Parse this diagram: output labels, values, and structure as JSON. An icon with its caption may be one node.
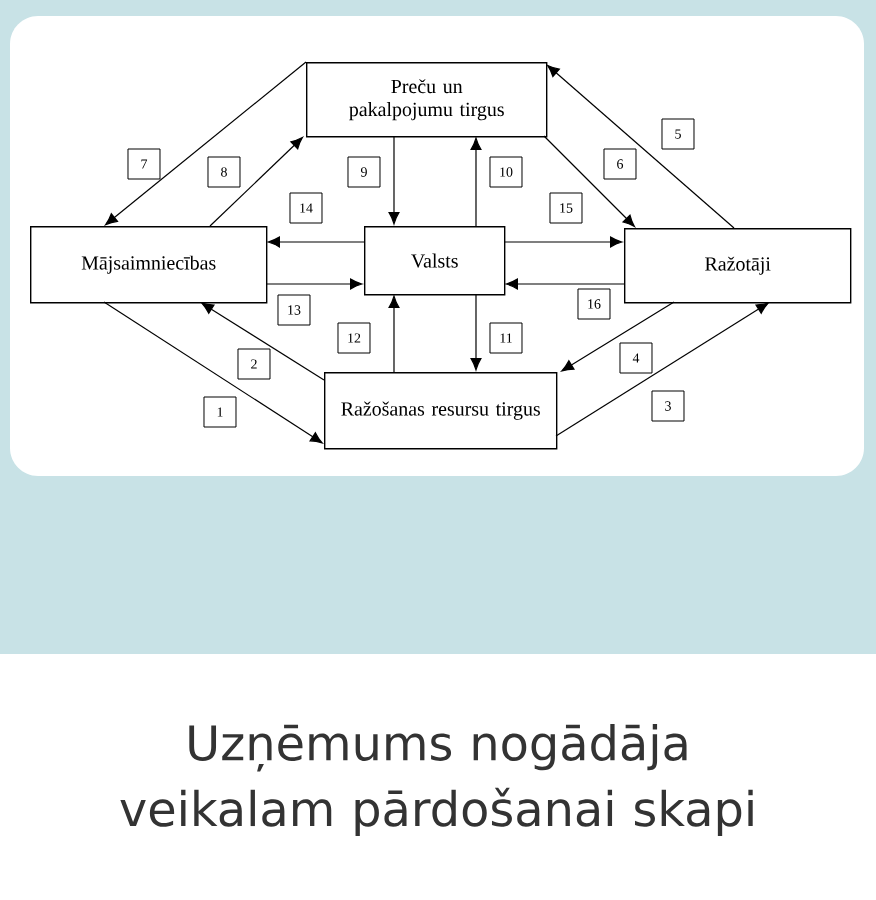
{
  "diagram": {
    "caption": "Uzņēmums nogādāja veikalam pārdošanai skapi",
    "nodes": [
      {
        "text": [
          "Preču un pakalpojumu tirgus"
        ]
      },
      {
        "text": [
          "Mājsaimniecības"
        ]
      },
      {
        "text": [
          "Valsts"
        ]
      },
      {
        "text": [
          "Ražotāji"
        ]
      },
      {
        "text": [
          "Ražošanas resursu tirgus"
        ]
      }
    ],
    "edges": [
      {
        "from": 1,
        "to": 4,
        "arrow": "to",
        "label": "1"
      },
      {
        "from": 4,
        "to": 1,
        "arrow": "to",
        "label": "2"
      },
      {
        "from": 4,
        "to": 3,
        "arrow": "to",
        "label": "3"
      },
      {
        "from": 3,
        "to": 4,
        "arrow": "to",
        "label": "4"
      },
      {
        "from": 3,
        "to": 0,
        "arrow": "to",
        "label": "5"
      },
      {
        "from": 0,
        "to": 3,
        "arrow": "to",
        "label": "6"
      },
      {
        "from": 0,
        "to": 1,
        "arrow": "to",
        "label": "7"
      },
      {
        "from": 1,
        "to": 0,
        "arrow": "to",
        "label": "8"
      },
      {
        "from": 0,
        "to": 2,
        "arrow": "to",
        "label": "9"
      },
      {
        "from": 2,
        "to": 0,
        "arrow": "to",
        "label": "10"
      },
      {
        "from": 2,
        "to": 4,
        "arrow": "to",
        "label": "11"
      },
      {
        "from": 4,
        "to": 2,
        "arrow": "to",
        "label": "12"
      },
      {
        "from": 1,
        "to": 2,
        "arrow": "to",
        "label": "13"
      },
      {
        "from": 2,
        "to": 1,
        "arrow": "to",
        "label": "14"
      },
      {
        "from": 2,
        "to": 3,
        "arrow": "to",
        "label": "15"
      },
      {
        "from": 3,
        "to": 2,
        "arrow": "to",
        "label": "16"
      }
    ]
  }
}
